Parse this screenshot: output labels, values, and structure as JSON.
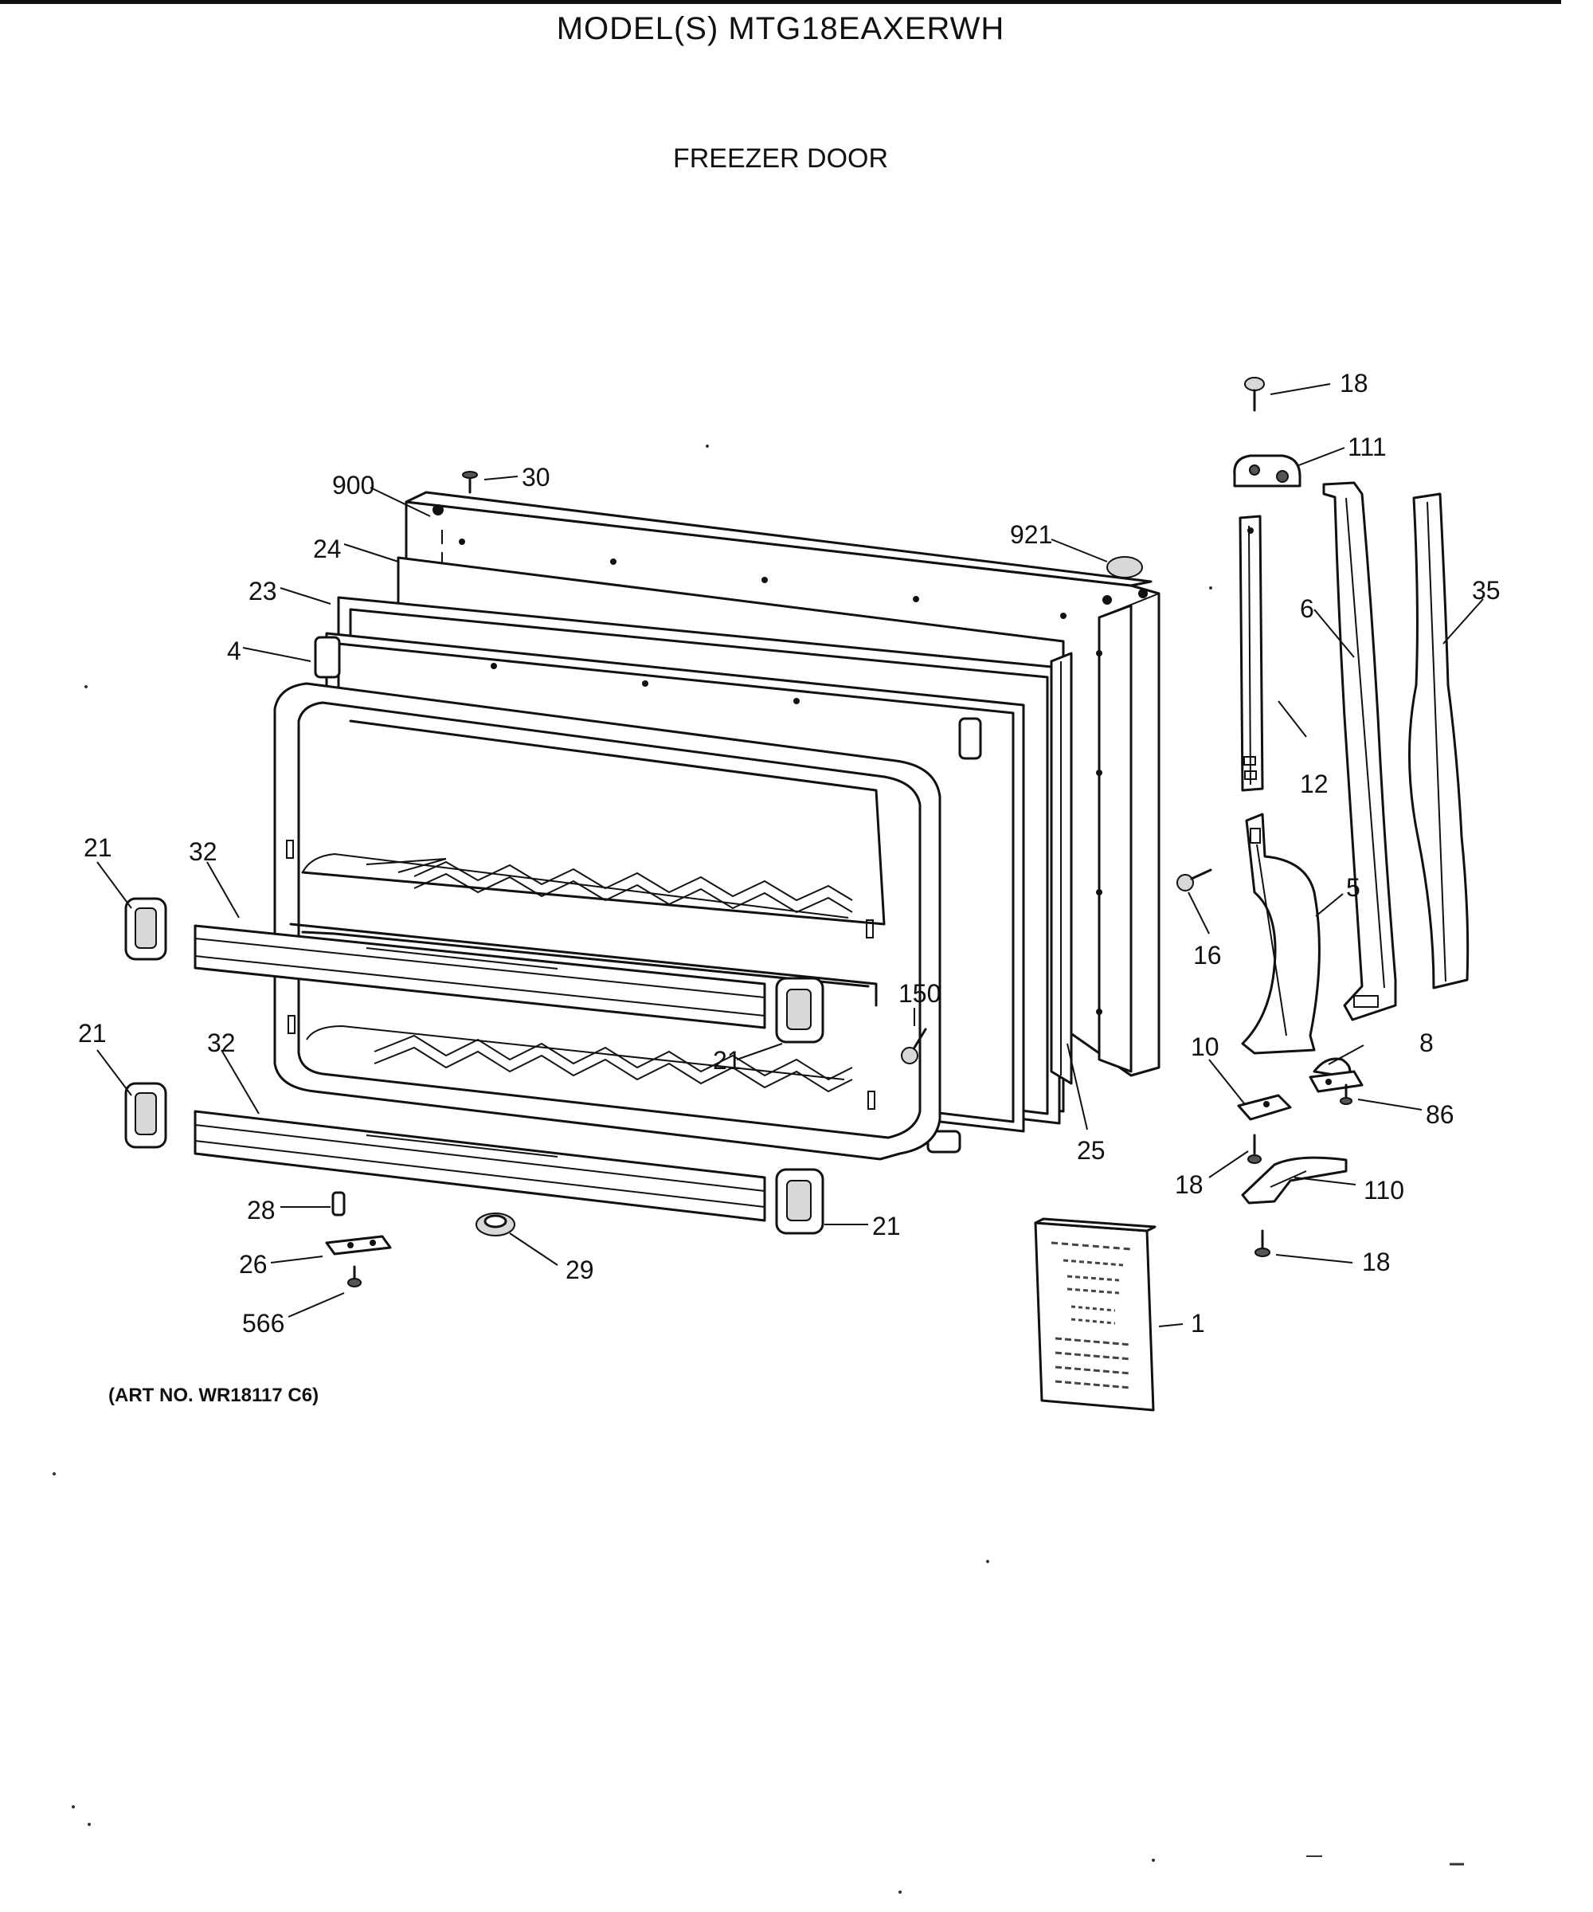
{
  "header": {
    "model": "MODEL(S) MTG18EAXERWH",
    "section": "FREEZER DOOR"
  },
  "footer": {
    "art_number": "(ART NO. WR18117 C6)"
  },
  "callouts": {
    "c18a": "18",
    "c111": "111",
    "c30": "30",
    "c900": "900",
    "c921": "921",
    "c24": "24",
    "c23": "23",
    "c4": "4",
    "c6": "6",
    "c35": "35",
    "c12": "12",
    "c21a": "21",
    "c32a": "32",
    "c5": "5",
    "c16": "16",
    "c150": "150",
    "c21b": "21",
    "c21c": "21",
    "c32b": "32",
    "c10": "10",
    "c8": "8",
    "c86": "86",
    "c25": "25",
    "c18b": "18",
    "c110": "110",
    "c28": "28",
    "c21d": "21",
    "c18c": "18",
    "c26": "26",
    "c29": "29",
    "c566": "566",
    "c1": "1"
  }
}
